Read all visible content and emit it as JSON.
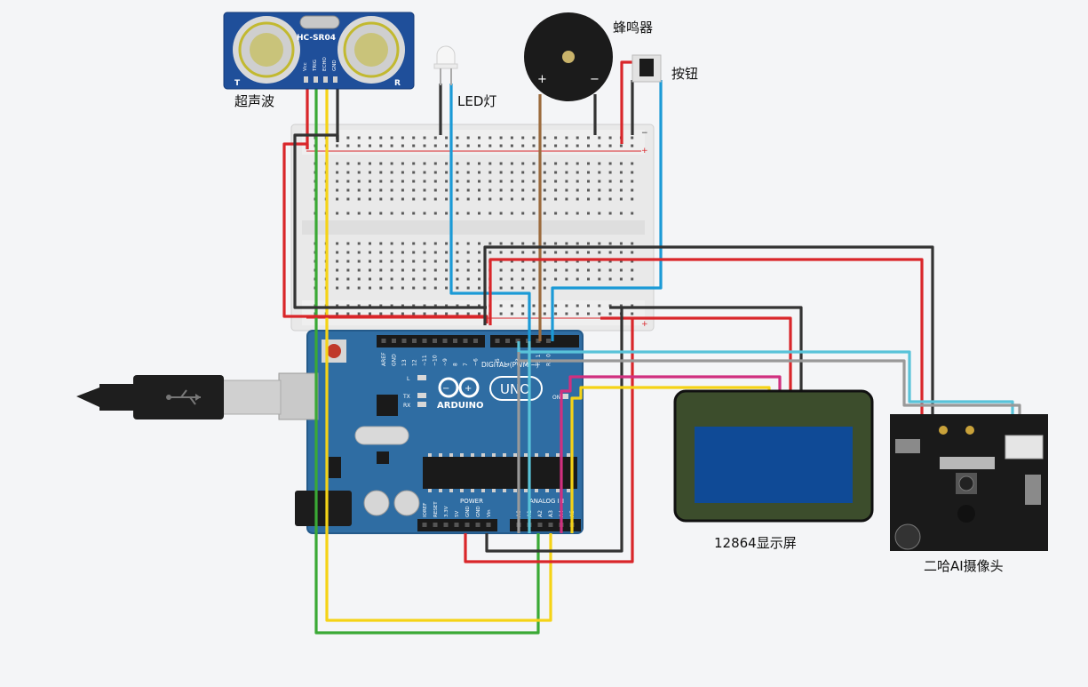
{
  "labels": {
    "ultrasonic": "超声波",
    "led": "LED灯",
    "buzzer": "蜂鸣器",
    "button": "按钮",
    "lcd": "12864显示屏",
    "camera": "二哈AI摄像头"
  },
  "sensor": {
    "model": "HC-SR04",
    "pins": [
      "Vcc",
      "TRIG",
      "ECHO",
      "GND"
    ],
    "left_mark": "T",
    "right_mark": "R"
  },
  "buzzer": {
    "plus": "+",
    "minus": "−"
  },
  "breadboard": {
    "minus": "−",
    "plus": "+"
  },
  "arduino": {
    "brand": "ARDUINO",
    "model": "UNO",
    "digital_label": "DIGITAL (PWM ~)",
    "digital_pins": [
      "AREF",
      "GND",
      "13",
      "12",
      "~11",
      "~10",
      "~9",
      "8",
      "7",
      "~6",
      "~5",
      "4",
      "~3",
      "2",
      "TX 1",
      "RX 0"
    ],
    "power_label": "POWER",
    "analog_label": "ANALOG IN",
    "power_pins": [
      "IOREF",
      "RESET",
      "3.3V",
      "5V",
      "GND",
      "GND",
      "Vin"
    ],
    "analog_pins": [
      "A0",
      "A1",
      "A2",
      "A3",
      "A4",
      "A5"
    ],
    "led_l": "L",
    "led_tx": "TX",
    "led_rx": "RX",
    "on_label": "ON"
  },
  "colors": {
    "red": "#d9262a",
    "black": "#333333",
    "green": "#3aa935",
    "yellow": "#f5d316",
    "blue": "#1b9ad6",
    "lightblue": "#59c3d9",
    "brown": "#9b6a3c",
    "magenta": "#d0307f",
    "gray": "#999999",
    "board": "#2f6da3",
    "lcd_frame": "#3c4d2c",
    "lcd_screen": "#0f4a96"
  }
}
